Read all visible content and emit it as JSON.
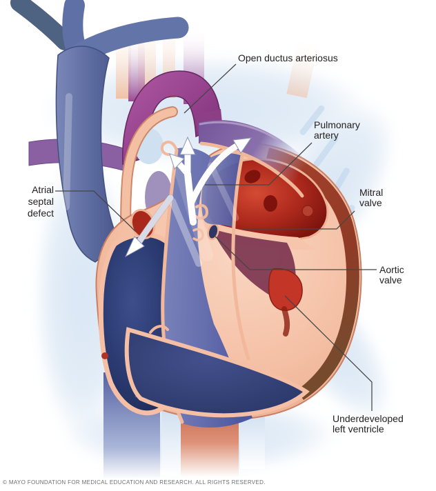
{
  "annotations": {
    "open_ductus": {
      "label": "Open ductus arteriosus"
    },
    "pulmonary_artery": {
      "line1": "Pulmonary",
      "line2": "artery"
    },
    "mitral_valve": {
      "line1": "Mitral",
      "line2": "valve"
    },
    "atrial_septal_defect": {
      "line1": "Atrial",
      "line2": "septal",
      "line3": "defect"
    },
    "aortic_valve": {
      "line1": "Aortic",
      "line2": "valve"
    },
    "underdeveloped_lv": {
      "line1": "Underdeveloped",
      "line2": "left ventricle"
    }
  },
  "footer": {
    "copyright": "© MAYO FOUNDATION FOR MEDICAL EDUCATION AND RESEARCH. ALL RIGHTS RESERVED."
  },
  "palette": {
    "oxygenated_blood_red": "#b92b1f",
    "deoxygenated_blood_navy": "#2e3d72",
    "mixed_blood_violet": "#676fad",
    "vessel_purple": "#9c4492",
    "heart_muscle_peach": "#f4bfa5",
    "vein_slate_blue": "#5c6b9d",
    "outer_wall_dark_red": "#8b2e22",
    "background_glow_blue": "#d7e4f2",
    "label_text": "#242021",
    "leader_line": "#454545",
    "copyright_gray": "#6f7073",
    "flow_arrow": "#ffffff"
  }
}
